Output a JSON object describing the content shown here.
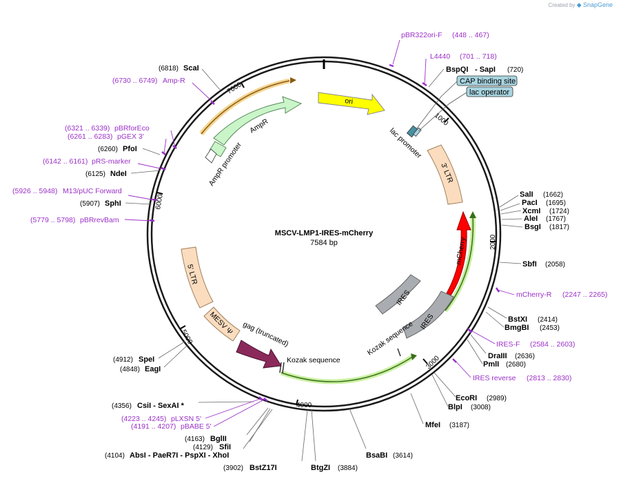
{
  "brand": {
    "created_by": "Created by",
    "product": "SnapGene"
  },
  "plasmid": {
    "name": "MSCV-LMP1-IRES-mCherry",
    "size": "7584 bp",
    "total": 7584
  },
  "ticks": [
    "1000",
    "2000",
    "3000",
    "4000",
    "5000",
    "6000",
    "7000"
  ],
  "features": [
    {
      "label": "ori"
    },
    {
      "label": "lac promoter"
    },
    {
      "label": "3' LTR"
    },
    {
      "label": "mCherry"
    },
    {
      "label": "IRES"
    },
    {
      "label": "IRES"
    },
    {
      "label": "Kozak sequence"
    },
    {
      "label": "Kozak sequence"
    },
    {
      "label": "gag (truncated)"
    },
    {
      "label": "MESV Ψ"
    },
    {
      "label": "5' LTR"
    },
    {
      "label": "AmpR"
    },
    {
      "label": "AmpR promoter"
    }
  ],
  "boxed_features": [
    {
      "label": "CAP binding site"
    },
    {
      "label": "lac operator"
    }
  ],
  "enzymes": [
    {
      "name": "ScaI",
      "pos": "(6818)"
    },
    {
      "name": "PfoI",
      "pos": "(6260)"
    },
    {
      "name": "NdeI",
      "pos": "(6125)"
    },
    {
      "name": "SphI",
      "pos": "(5907)"
    },
    {
      "name": "BspQI",
      "pos": ""
    },
    {
      "name": "- SapI",
      "pos": "(720)"
    },
    {
      "name": "SalI",
      "pos": "(1662)"
    },
    {
      "name": "PacI",
      "pos": "(1695)"
    },
    {
      "name": "XcmI",
      "pos": "(1724)"
    },
    {
      "name": "AleI",
      "pos": "(1767)"
    },
    {
      "name": "BsgI",
      "pos": "(1817)"
    },
    {
      "name": "SbfI",
      "pos": "(2058)"
    },
    {
      "name": "BstXI",
      "pos": "(2414)"
    },
    {
      "name": "BmgBI",
      "pos": "(2453)"
    },
    {
      "name": "DraIII",
      "pos": "(2636)"
    },
    {
      "name": "PmlI",
      "pos": "(2680)"
    },
    {
      "name": "EcoRI",
      "pos": "(2989)"
    },
    {
      "name": "BlpI",
      "pos": "(3008)"
    },
    {
      "name": "MfeI",
      "pos": "(3187)"
    },
    {
      "name": "BsaBI",
      "pos": "(3614)"
    },
    {
      "name": "BtgZI",
      "pos": "(3884)"
    },
    {
      "name": "BstZ17I",
      "pos": "(3902)"
    },
    {
      "name": "AbsI - PaeR7I - PspXI - XhoI",
      "pos": "(4104)"
    },
    {
      "name": "SfiI",
      "pos": "(4129)"
    },
    {
      "name": "BglII",
      "pos": "(4163)"
    },
    {
      "name": "CsiI - SexAI *",
      "pos": "(4356)"
    },
    {
      "name": "EagI",
      "pos": "(4848)"
    },
    {
      "name": "SpeI",
      "pos": "(4912)"
    }
  ],
  "primers": [
    {
      "name": "pBR322ori-F",
      "range": "(448 .. 467)"
    },
    {
      "name": "L4440",
      "range": "(701 .. 718)"
    },
    {
      "name": "Amp-R",
      "range": "(6730 .. 6749)"
    },
    {
      "name": "pBRforEco",
      "range": "(6321 .. 6339)"
    },
    {
      "name": "pGEX 3'",
      "range": "(6261 .. 6283)"
    },
    {
      "name": "pRS-marker",
      "range": "(6142 .. 6161)"
    },
    {
      "name": "M13/pUC Forward",
      "range": "(5926 .. 5948)"
    },
    {
      "name": "pBRrevBam",
      "range": "(5779 .. 5798)"
    },
    {
      "name": "mCherry-R",
      "range": "(2247 .. 2265)"
    },
    {
      "name": "IRES-F",
      "range": "(2584 .. 2603)"
    },
    {
      "name": "IRES reverse",
      "range": "(2813 .. 2830)"
    },
    {
      "name": "pLXSN 5'",
      "range": "(4223 .. 4245)"
    },
    {
      "name": "pBABE 5'",
      "range": "(4191 .. 4207)"
    }
  ],
  "colors": {
    "backbone": "#1a1a1a",
    "ori": "#ffff00",
    "ltr": "#fbdcbf",
    "mcherry": "#ff0000",
    "ires": "#a9acb0",
    "gag": "#8b2a5a",
    "ampr": "#c9f5c9",
    "primer": "#9b30c8",
    "orf_highlight": "#c8f0a0",
    "orf_line": "#3a6e1a",
    "lac": "#4a8fa0",
    "box": "#a8d4e0"
  }
}
